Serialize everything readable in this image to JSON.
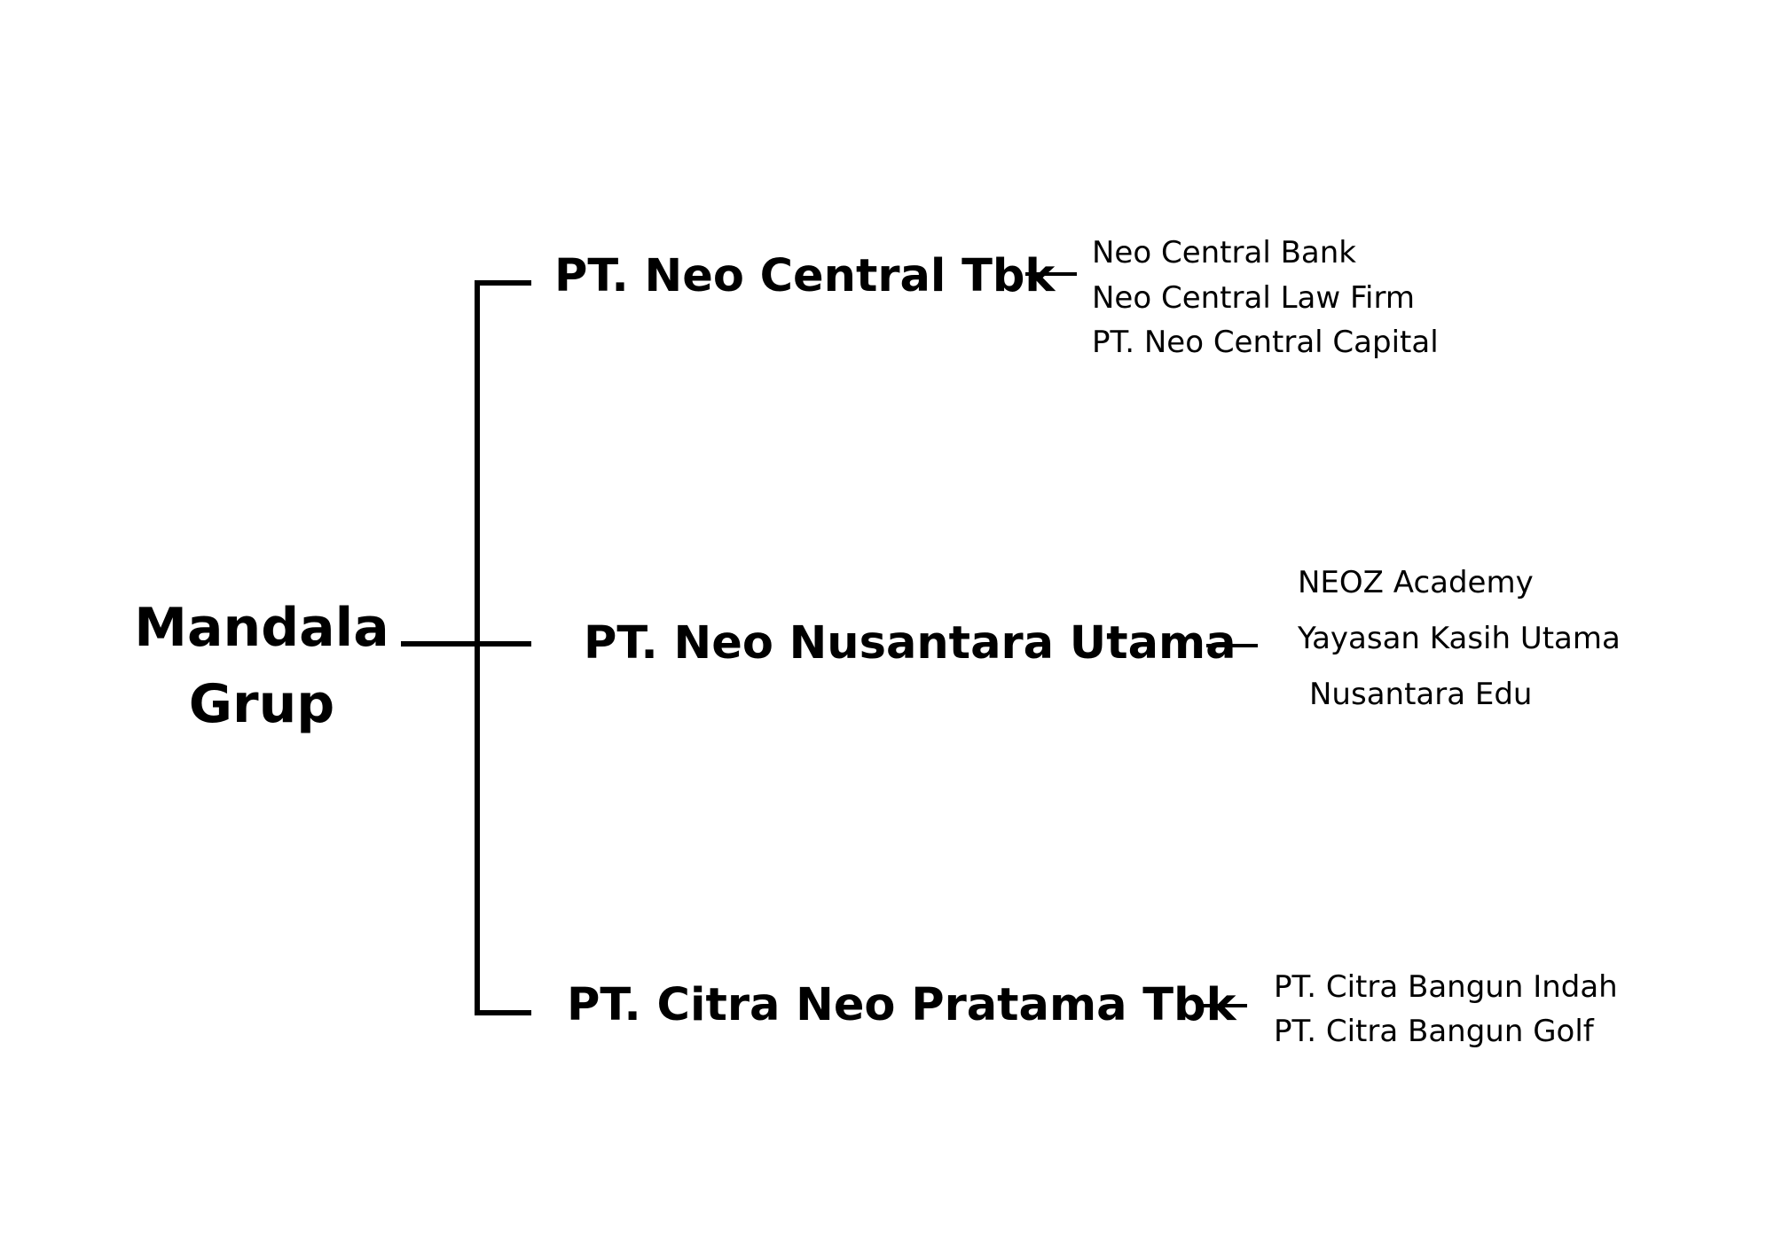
{
  "root": {
    "line1": "Mandala",
    "line2": "Grup"
  },
  "companies": [
    {
      "name": "PT. Neo Central Tbk",
      "subsidiaries": [
        "Neo Central Bank",
        "Neo Central Law Firm",
        "PT. Neo Central Capital"
      ]
    },
    {
      "name": "PT. Neo Nusantara Utama",
      "subsidiaries": [
        "NEOZ Academy",
        "Yayasan Kasih Utama",
        "Nusantara Edu"
      ]
    },
    {
      "name": "PT. Citra Neo Pratama Tbk",
      "subsidiaries": [
        "PT. Citra Bangun Indah",
        "PT. Citra Bangun Golf"
      ]
    }
  ],
  "colors": {
    "background": "#ffffff",
    "ink": "#000000"
  }
}
